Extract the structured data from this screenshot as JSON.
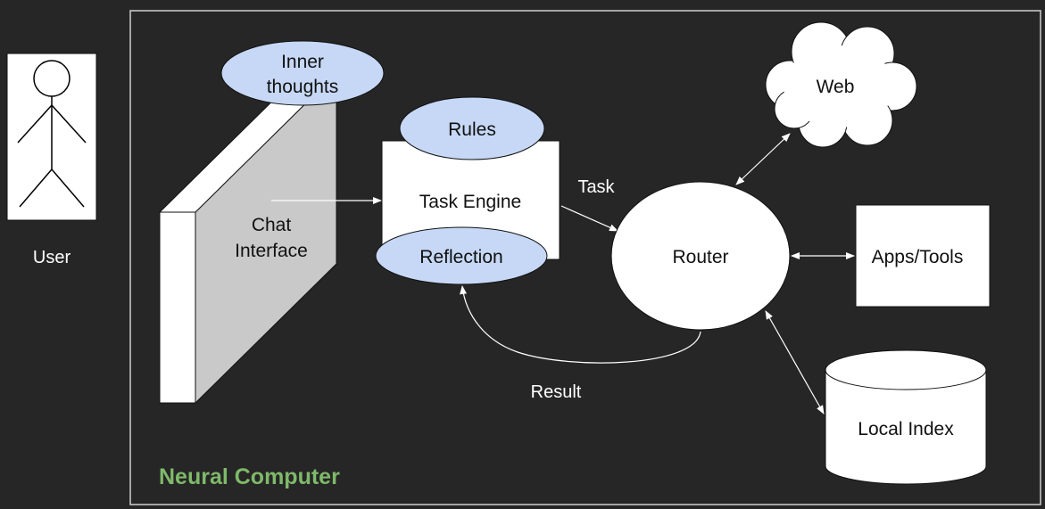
{
  "user": {
    "label": "User"
  },
  "system": {
    "label": "Neural Computer",
    "label_color": "#7fb96a"
  },
  "chat_interface": {
    "line1": "Chat",
    "line2": "Interface"
  },
  "inner_thoughts": {
    "line1": "Inner",
    "line2": "thoughts"
  },
  "task_engine": {
    "label": "Task Engine"
  },
  "rules": {
    "label": "Rules"
  },
  "reflection": {
    "label": "Reflection"
  },
  "router": {
    "label": "Router"
  },
  "web": {
    "label": "Web"
  },
  "apps_tools": {
    "label": "Apps/Tools"
  },
  "local_index": {
    "label": "Local Index"
  },
  "edges": {
    "task": "Task",
    "result": "Result"
  },
  "colors": {
    "background": "#262626",
    "box_fill": "#ffffff",
    "bubble_fill": "#c6d8f5",
    "panel_side": "#c9c9c9",
    "stroke": "#111111",
    "line": "#ffffff"
  }
}
